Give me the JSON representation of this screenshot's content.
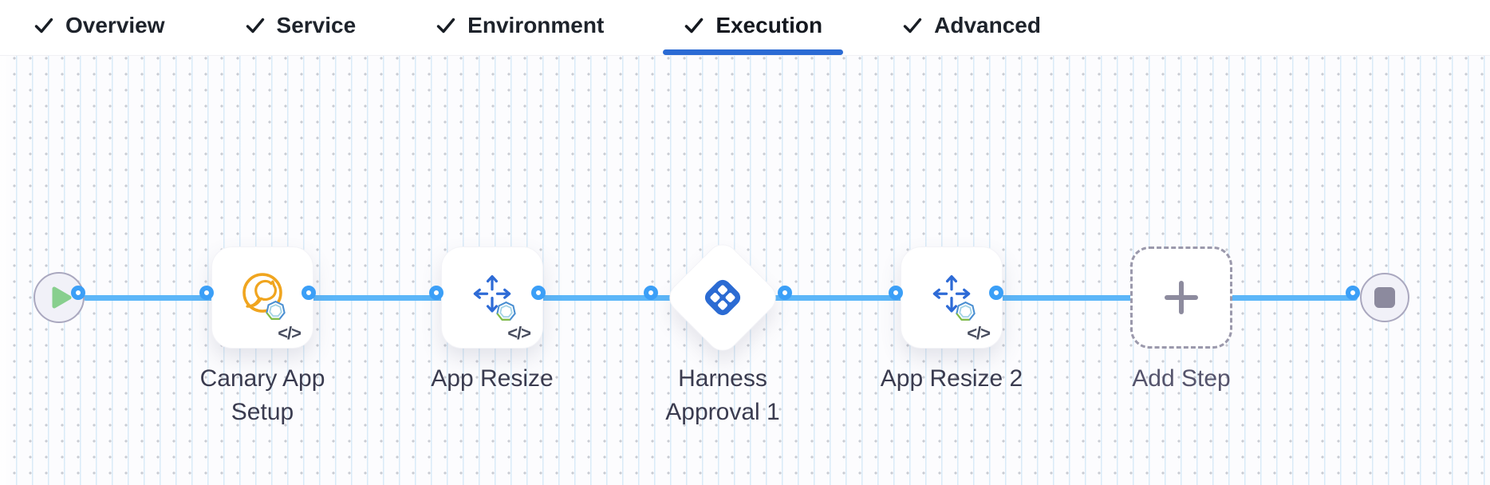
{
  "header": {
    "tabs": [
      {
        "label": "Overview",
        "checked": true,
        "active": false
      },
      {
        "label": "Service",
        "checked": true,
        "active": false
      },
      {
        "label": "Environment",
        "checked": true,
        "active": false
      },
      {
        "label": "Execution",
        "checked": true,
        "active": true
      },
      {
        "label": "Advanced",
        "checked": true,
        "active": false
      }
    ]
  },
  "canvas": {
    "start_node": {
      "icon": "play-icon"
    },
    "end_node": {
      "icon": "stop-icon"
    },
    "code_glyph": "</>",
    "nodes": [
      {
        "label": "Canary App Setup",
        "type": "step",
        "icon": "canary-bird-icon"
      },
      {
        "label": "App Resize",
        "type": "step",
        "icon": "resize-arrows-icon"
      },
      {
        "label": "Harness Approval 1",
        "type": "approval",
        "icon": "harness-logo-icon"
      },
      {
        "label": "App Resize 2",
        "type": "step",
        "icon": "resize-arrows-icon"
      },
      {
        "label": "Add Step",
        "type": "add",
        "icon": "plus-icon"
      }
    ]
  },
  "colors": {
    "accent-blue": "#2b6bd4",
    "flow-line": "#5cb6f8",
    "ring-blue": "#3b9ff7",
    "icon-blue": "#2e6bd6",
    "logo-blue": "#2b6bd3",
    "canary-orange": "#f0a51f",
    "play-green": "#88cf8e",
    "stop-grey": "#8c8a9e",
    "label-text": "#3a3b4f",
    "addstep-text": "#55546c",
    "tab-text": "#1e232b"
  }
}
